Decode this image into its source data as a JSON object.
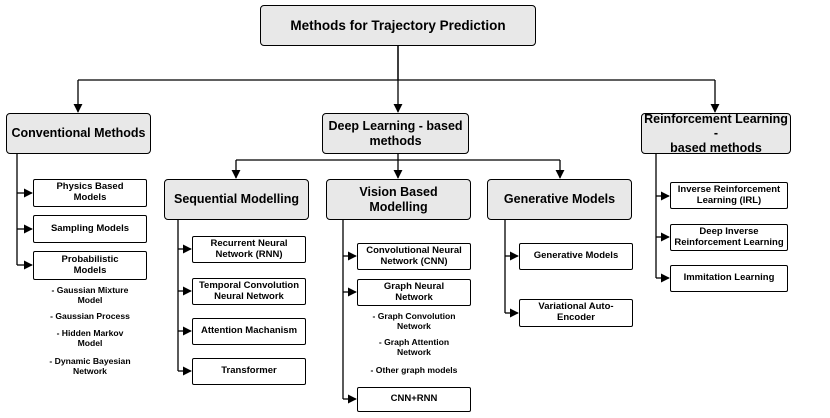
{
  "root": "Methods for Trajectory Prediction",
  "conventional": {
    "title": "Conventional Methods",
    "items": [
      "Physics Based\nModels",
      "Sampling Models",
      "Probabilistic\nModels"
    ],
    "probabilistic_subitems": [
      "- Gaussian Mixture\nModel",
      "- Gaussian Process",
      "- Hidden Markov\nModel",
      "- Dynamic Bayesian\nNetwork"
    ]
  },
  "deep_learning": {
    "title": "Deep Learning - based\nmethods",
    "sequential": {
      "title": "Sequential Modelling",
      "items": [
        "Recurrent Neural\nNetwork (RNN)",
        "Temporal Convolution\nNeural Network",
        "Attention Machanism",
        "Transformer"
      ]
    },
    "vision": {
      "title": "Vision Based\nModelling",
      "items": [
        "Convolutional Neural\nNetwork (CNN)",
        "Graph Neural\nNetwork",
        "CNN+RNN"
      ],
      "graph_subitems": [
        "- Graph Convolution\nNetwork",
        "- Graph Attention\nNetwork",
        "- Other graph models"
      ]
    },
    "generative": {
      "title": "Generative Models",
      "items": [
        "Generative Models",
        "Variational Auto-\nEncoder"
      ]
    }
  },
  "reinforcement": {
    "title": "Reinforcement Learning -\nbased methods",
    "items": [
      "Inverse Reinforcement\nLearning (IRL)",
      "Deep Inverse\nReinforcement Learning",
      "Immitation Learning"
    ]
  }
}
